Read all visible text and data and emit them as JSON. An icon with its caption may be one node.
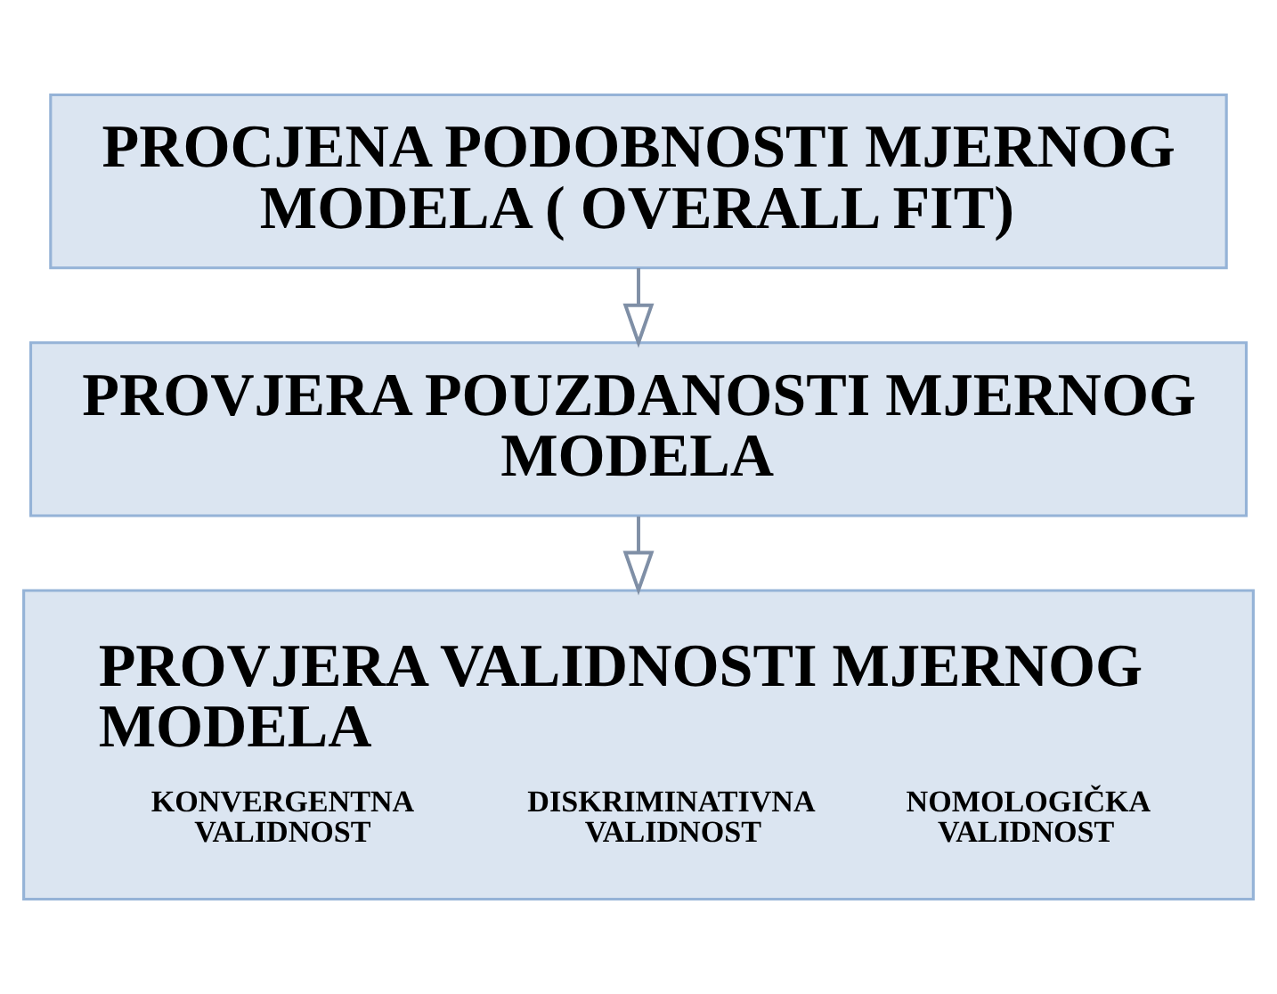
{
  "diagram": {
    "nodes": [
      {
        "text": [
          "PROCJENA PODOBNOSTI MJERNOG MODELA ( OVERALL FIT)"
        ]
      },
      {
        "text": [
          "PROVJERA POUZDANOSTI MJERNOG MODELA"
        ]
      },
      {
        "text": [
          "PROVJERA VALIDNOSTI MJERNOG MODELA",
          "KONVERGENTNA VALIDNOST",
          "DISKRIMINATIVNA VALIDNOST",
          "NOMOLOGIČKA VALIDNOST"
        ]
      }
    ],
    "edges": [
      {
        "from": 0,
        "to": 1,
        "arrow": "to"
      },
      {
        "from": 1,
        "to": 2,
        "arrow": "to"
      }
    ]
  }
}
